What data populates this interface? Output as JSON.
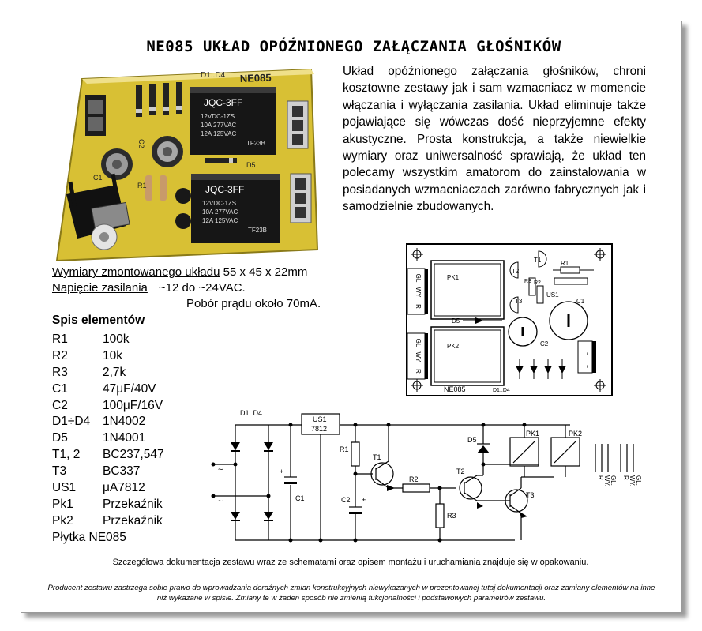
{
  "title": "NE085 UKŁAD OPÓŹNIONEGO ZAŁĄCZANIA GŁOŚNIKÓW",
  "description": "Układ opóźnionego załączania głośników, chroni kosztowne zestawy jak i sam wzmacniacz w momencie włączania i wyłączania zasilania. Układ eliminuje także pojawiające się wówczas dość nieprzyjemne efekty akustyczne. Prosta konstrukcja, a także niewielkie wymiary oraz uniwersalność sprawiają, że układ ten polecamy wszystkim amatorom do zainstalowania w posiadanych wzmacniaczach zarówno fabrycznych jak i samodzielnie zbudowanych.",
  "specs": {
    "dims_label": "Wymiary zmontowanego układu",
    "dims_value": "55 x 45 x 22mm",
    "supply_label": "Napięcie zasilania",
    "supply_value": "~12 do ~24VAC.",
    "current": "Pobór prądu około 70mA."
  },
  "parts_heading": "Spis elementów",
  "parts": [
    {
      "ref": "R1",
      "value": "100k"
    },
    {
      "ref": "R2",
      "value": "10k"
    },
    {
      "ref": "R3",
      "value": "2,7k"
    },
    {
      "ref": "C1",
      "value": "47μF/40V"
    },
    {
      "ref": "C2",
      "value": "100μF/16V"
    },
    {
      "ref": "D1÷D4",
      "value": "1N4002"
    },
    {
      "ref": "D5",
      "value": "1N4001"
    },
    {
      "ref": "T1, 2",
      "value": "BC237,547"
    },
    {
      "ref": "T3",
      "value": "BC337"
    },
    {
      "ref": "US1",
      "value": "μA7812"
    },
    {
      "ref": "Pk1",
      "value": "Przekaźnik"
    },
    {
      "ref": "Pk2",
      "value": "Przekaźnik"
    },
    {
      "ref": "Płytka NE085",
      "value": ""
    }
  ],
  "photo": {
    "board_label": "NE085",
    "diodes_label": "D1..D4",
    "relay_brand": "JQC-3FF",
    "relay_lines": [
      "12VDC-1ZS",
      "10A 277VAC",
      "12A 125VAC"
    ],
    "relay_code": "TF23B",
    "labels": [
      "C2",
      "C1",
      "D5",
      "R1"
    ]
  },
  "layout_labels": {
    "pk1": "PK1",
    "pk2": "PK2",
    "board": "NE085",
    "diodes": "D1..D4",
    "t1": "T1",
    "t2": "T2",
    "t3": "T3",
    "r1": "R1",
    "r2": "R2",
    "r3": "R3",
    "us1": "US1",
    "c1": "C1",
    "c2": "C2",
    "d5": "D5",
    "side1": [
      "GL",
      "WY",
      "R"
    ],
    "side2": [
      "GL",
      "WY",
      "R"
    ],
    "tilde": "~"
  },
  "schematic_labels": {
    "diodes": "D1..D4",
    "us1": "US1",
    "reg": "7812",
    "r1": "R1",
    "t1": "T1",
    "r2": "R2",
    "c1": "C1",
    "c2": "C2",
    "r3": "R3",
    "t2": "T2",
    "t3": "T3",
    "d5": "D5",
    "pk1": "PK1",
    "pk2": "PK2",
    "tilde": "~",
    "plus": "+",
    "out_left": [
      "R",
      "WY.",
      "GL."
    ],
    "out_right": [
      "R",
      "WY.",
      "GL."
    ]
  },
  "note1": "Szczegółowa dokumentacja zestawu wraz ze schematami oraz opisem montażu i uruchamiania znajduje się w opakowaniu.",
  "note2": "Producent zestawu zastrzega sobie prawo do wprowadzania doraźnych zmian konstrukcyjnych niewykazanych w prezentowanej tutaj dokumentacji oraz zamiany elementów na inne niż wykazane w spisie. Zmiany te w żaden sposób nie zmienią fukcjonalności i podstawowych parametrów zestawu."
}
